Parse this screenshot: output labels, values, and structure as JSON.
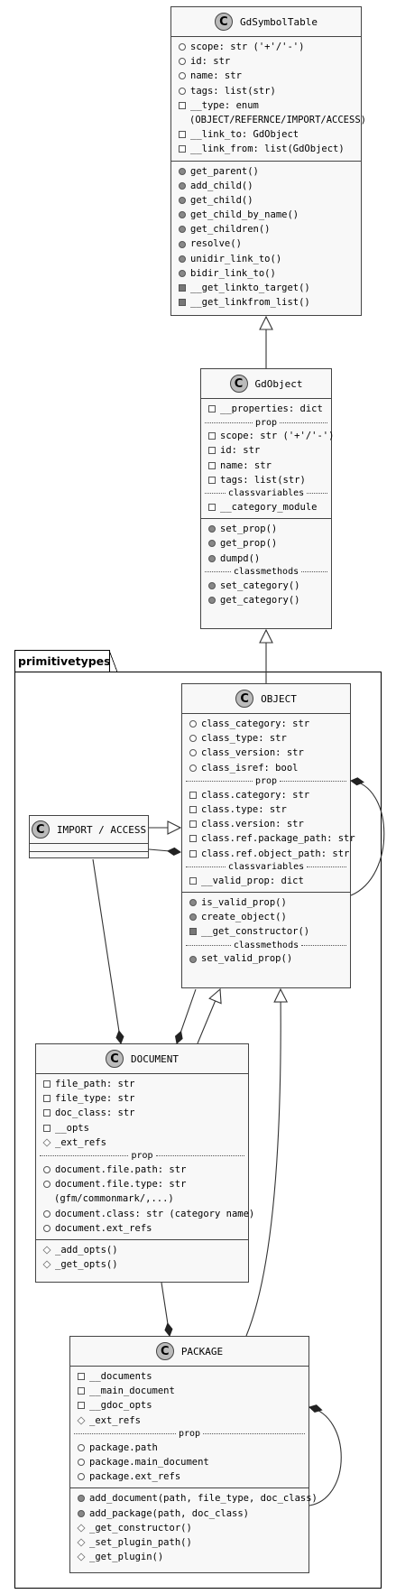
{
  "package": {
    "name": "primitivetypes"
  },
  "classes": {
    "gdsymboltable": {
      "name": "GdSymbolTable",
      "attrs": [
        {
          "vis": "pub",
          "text": "scope: str ('+'/'-')"
        },
        {
          "vis": "pub",
          "text": "id: str"
        },
        {
          "vis": "pub",
          "text": "name: str"
        },
        {
          "vis": "pub",
          "text": "tags: list(str)"
        },
        {
          "vis": "priv",
          "text": "__type: enum"
        },
        {
          "vis": "cont",
          "text": "(OBJECT/REFERNCE/IMPORT/ACCESS)"
        },
        {
          "vis": "priv",
          "text": "__link_to: GdObject"
        },
        {
          "vis": "priv",
          "text": "__link_from: list(GdObject)"
        }
      ],
      "methods": [
        {
          "vis": "pubm",
          "text": "get_parent()"
        },
        {
          "vis": "pubm",
          "text": "add_child()"
        },
        {
          "vis": "pubm",
          "text": "get_child()"
        },
        {
          "vis": "pubm",
          "text": "get_child_by_name()"
        },
        {
          "vis": "pubm",
          "text": "get_children()"
        },
        {
          "vis": "pubm",
          "text": "resolve()"
        },
        {
          "vis": "pubm",
          "text": "unidir_link_to()"
        },
        {
          "vis": "pubm",
          "text": "bidir_link_to()"
        },
        {
          "vis": "privm",
          "text": "__get_linkto_target()"
        },
        {
          "vis": "privm",
          "text": "__get_linkfrom_list()"
        }
      ]
    },
    "gdobject": {
      "name": "GdObject",
      "sec1": [
        {
          "vis": "priv",
          "text": "__properties: dict"
        }
      ],
      "div_prop": "prop",
      "sec1b": [
        {
          "vis": "priv",
          "text": "scope: str ('+'/'-')"
        },
        {
          "vis": "priv",
          "text": "id: str"
        },
        {
          "vis": "priv",
          "text": "name: str"
        },
        {
          "vis": "priv",
          "text": "tags: list(str)"
        }
      ],
      "div_classvars": "classvariables",
      "sec1c": [
        {
          "vis": "priv",
          "text": "__category_module"
        }
      ],
      "methods": [
        {
          "vis": "pubm",
          "text": "set_prop()"
        },
        {
          "vis": "pubm",
          "text": "get_prop()"
        },
        {
          "vis": "pubm",
          "text": "dumpd()"
        }
      ],
      "div_classmethods": "classmethods",
      "methods2": [
        {
          "vis": "pubm",
          "text": "set_category()"
        },
        {
          "vis": "pubm",
          "text": "get_category()"
        }
      ]
    },
    "object": {
      "name": "OBJECT",
      "sec1": [
        {
          "vis": "pub",
          "text": "class_category: str"
        },
        {
          "vis": "pub",
          "text": "class_type: str"
        },
        {
          "vis": "pub",
          "text": "class_version: str"
        },
        {
          "vis": "pub",
          "text": "class_isref: bool"
        }
      ],
      "div_prop": "prop",
      "sec1b": [
        {
          "vis": "priv",
          "text": "class.category: str"
        },
        {
          "vis": "priv",
          "text": "class.type: str"
        },
        {
          "vis": "priv",
          "text": "class.version: str"
        },
        {
          "vis": "priv",
          "text": "class.ref.package_path: str"
        },
        {
          "vis": "priv",
          "text": "class.ref.object_path: str"
        }
      ],
      "div_classvars": "classvariables",
      "sec1c": [
        {
          "vis": "priv",
          "text": "__valid_prop: dict"
        }
      ],
      "methods": [
        {
          "vis": "pubm",
          "text": "is_valid_prop()"
        },
        {
          "vis": "pubm",
          "text": "create_object()"
        },
        {
          "vis": "privm",
          "text": "__get_constructor()"
        }
      ],
      "div_classmethods": "classmethods",
      "methods2": [
        {
          "vis": "pubm",
          "text": "set_valid_prop()"
        }
      ]
    },
    "import_access": {
      "name": "IMPORT / ACCESS"
    },
    "document": {
      "name": "DOCUMENT",
      "sec1": [
        {
          "vis": "priv",
          "text": "file_path: str"
        },
        {
          "vis": "priv",
          "text": "file_type: str"
        },
        {
          "vis": "priv",
          "text": "doc_class: str"
        },
        {
          "vis": "priv",
          "text": "__opts"
        },
        {
          "vis": "prot",
          "text": "_ext_refs"
        }
      ],
      "div_prop": "prop",
      "sec1b": [
        {
          "vis": "pub",
          "text": "document.file.path: str"
        },
        {
          "vis": "pub",
          "text": "document.file.type: str"
        },
        {
          "vis": "cont",
          "text": "(gfm/commonmark/,...)"
        },
        {
          "vis": "pub",
          "text": "document.class: str (category name)"
        },
        {
          "vis": "pub",
          "text": "document.ext_refs"
        }
      ],
      "methods": [
        {
          "vis": "prot",
          "text": "_add_opts()"
        },
        {
          "vis": "prot",
          "text": "_get_opts()"
        }
      ]
    },
    "package": {
      "name": "PACKAGE",
      "sec1": [
        {
          "vis": "priv",
          "text": "__documents"
        },
        {
          "vis": "priv",
          "text": "__main_document"
        },
        {
          "vis": "priv",
          "text": "__gdoc_opts"
        },
        {
          "vis": "prot",
          "text": "_ext_refs"
        }
      ],
      "div_prop": "prop",
      "sec1b": [
        {
          "vis": "pub",
          "text": "package.path"
        },
        {
          "vis": "pub",
          "text": "package.main_document"
        },
        {
          "vis": "pub",
          "text": "package.ext_refs"
        }
      ],
      "methods": [
        {
          "vis": "pubm",
          "text": "add_document(path, file_type, doc_class)"
        },
        {
          "vis": "pubm",
          "text": "add_package(path, doc_class)"
        },
        {
          "vis": "prot",
          "text": "_get_constructor()"
        },
        {
          "vis": "prot",
          "text": "_set_plugin_path()"
        },
        {
          "vis": "prot",
          "text": "_get_plugin()"
        }
      ]
    }
  }
}
